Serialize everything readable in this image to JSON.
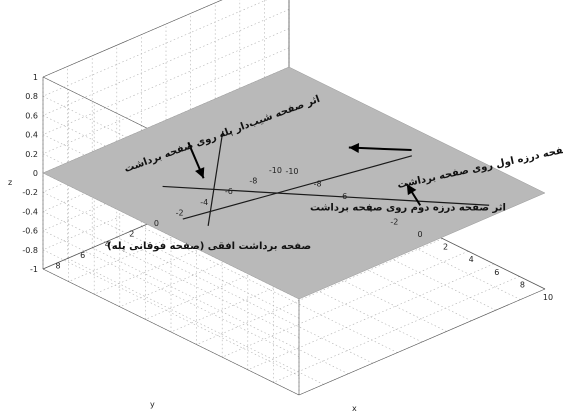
{
  "chart_data": {
    "type": "line",
    "projection": "3d",
    "xlabel": "x",
    "ylabel": "y",
    "zlabel": "z",
    "xlim": [
      -10,
      10
    ],
    "ylim": [
      -10,
      10
    ],
    "zlim": [
      -1,
      1
    ],
    "grid": true,
    "x_ticks": [
      "-10",
      "-8",
      "-6",
      "-4",
      "-2",
      "0",
      "2",
      "4",
      "6",
      "8",
      "10"
    ],
    "y_ticks": [
      "-10",
      "-8",
      "-6",
      "-4",
      "-2",
      "0",
      "2",
      "4",
      "6",
      "8"
    ],
    "z_ticks": [
      "-1",
      "-0.8",
      "-0.6",
      "-0.4",
      "-0.2",
      "0",
      "0.2",
      "0.4",
      "0.6",
      "0.8",
      "1"
    ],
    "plane": {
      "z": 0,
      "x": [
        -10,
        10
      ],
      "y": [
        -10,
        10
      ],
      "fill": "#b9b9b9"
    },
    "lines": [
      {
        "points": [
          [
            -4.5,
            6,
            0
          ],
          [
            9,
            -6.5,
            0
          ]
        ],
        "color": "#1a1a1a"
      },
      {
        "points": [
          [
            -1,
            8,
            0
          ],
          [
            2,
            -7.5,
            0
          ]
        ],
        "color": "#1a1a1a"
      },
      {
        "points": [
          [
            -7,
            -1.5,
            0
          ],
          [
            0.5,
            7.5,
            0
          ]
        ],
        "color": "#1a1a1a"
      }
    ],
    "annotations": [
      {
        "text": "صفحه برداشت  افقی (صفحه فوقانی پله)",
        "x": 2.5,
        "y": 9.5,
        "z": 0,
        "anchor": "middle"
      },
      {
        "text": "اثر صفحه درزه دوم روی صفحه برداشت",
        "x": 6.5,
        "y": -2.5,
        "z": 0,
        "anchor": "middle"
      },
      {
        "text": "اثر صفحه شیب‌دار پله روی صفحه برداشت",
        "x": -6.5,
        "y": -1,
        "z": 0,
        "anchor": "middle",
        "rotate": -20
      },
      {
        "text": "اثر صفحه درزه اول روی صفحه برداشت",
        "x": 6,
        "y": -10,
        "z": 0,
        "anchor": "middle",
        "rotate": -12
      }
    ],
    "arrows": [
      {
        "from": [
          -7.3,
          1,
          0
        ],
        "to": [
          -3.7,
          3.5,
          0
        ]
      },
      {
        "from": [
          6.5,
          -3.5,
          0
        ],
        "to": [
          4.2,
          -4.8,
          0
        ]
      },
      {
        "from": [
          1.5,
          -8,
          0
        ],
        "to": [
          -1,
          -5.5,
          0
        ]
      }
    ]
  }
}
